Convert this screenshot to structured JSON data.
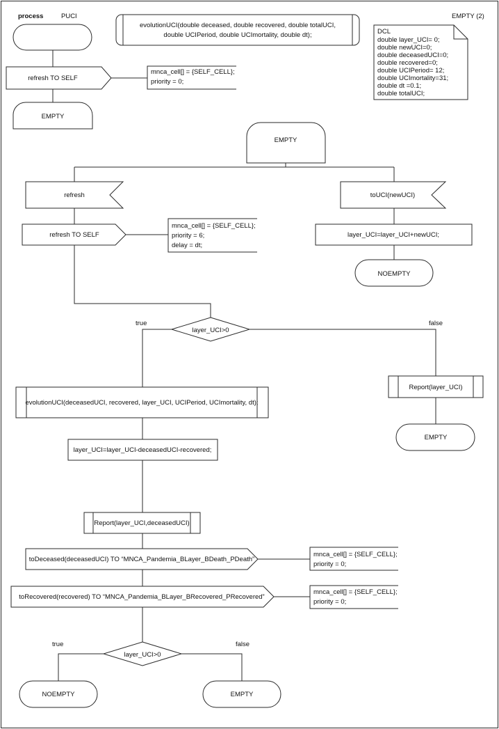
{
  "header": {
    "process_label": "process",
    "process_name": "PUCI",
    "page_label": "EMPTY (2)"
  },
  "procedure_def": {
    "line1": "evolutionUCI(double deceased, double recovered, double totalUCI,",
    "line2": "double UCIPeriod, double UCImortality, double dt);"
  },
  "dcl_note": [
    "DCL",
    "double layer_UCI= 0;",
    "double newUCI=0;",
    "double deceasedUCI=0;",
    "double recovered=0;",
    "double UCIPeriod= 12;",
    "double UCImortality=31;",
    "double dt =0.1;",
    "double totalUCI;"
  ],
  "start_block": {
    "output": "refresh TO SELF",
    "output_note": [
      "mnca_cell[] = {SELF_CELL};",
      "priority = 0;"
    ],
    "next_state": "EMPTY"
  },
  "state_empty": "EMPTY",
  "branch_left": {
    "input": "refresh",
    "output": "refresh TO SELF",
    "output_note": [
      "mnca_cell[] = {SELF_CELL};",
      "priority = 6;",
      "delay = dt;"
    ]
  },
  "branch_right": {
    "input": "toUCI(newUCI)",
    "task": "layer_UCI=layer_UCI+newUCI;",
    "next_state": "NOEMPTY"
  },
  "decision1": {
    "condition": "layer_UCI>0",
    "true_label": "true",
    "false_label": "false"
  },
  "false_branch": {
    "call": "Report(layer_UCI)",
    "next_state": "EMPTY"
  },
  "true_branch": {
    "call": "evolutionUCI(deceasedUCI, recovered, layer_UCI, UCIPeriod, UCImortality, dt);",
    "task": "layer_UCI=layer_UCI-deceasedUCI-recovered;",
    "report": "Report(layer_UCI,deceasedUCI)",
    "output_deceased": "toDeceased(deceasedUCI) TO “MNCA_Pandemia_BLayer_BDeath_PDeath”",
    "output_deceased_note": [
      "mnca_cell[] = {SELF_CELL};",
      "priority = 0;"
    ],
    "output_recovered": "toRecovered(recovered) TO “MNCA_Pandemia_BLayer_BRecovered_PRecovered”",
    "output_recovered_note": [
      "mnca_cell[] = {SELF_CELL};",
      "priority = 0;"
    ]
  },
  "decision2": {
    "condition": "layer_UCI>0",
    "true_label": "true",
    "false_label": "false",
    "true_state": "NOEMPTY",
    "false_state": "EMPTY"
  }
}
